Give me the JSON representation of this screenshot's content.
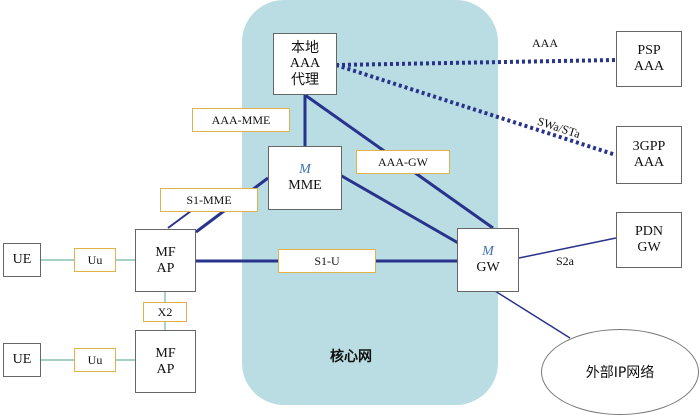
{
  "core_network": {
    "label": "核心网"
  },
  "nodes": {
    "aaa_proxy": {
      "line1": "本地",
      "line2": "AAA",
      "line3": "代理"
    },
    "mme": {
      "mark": "M",
      "label": "MME"
    },
    "gw": {
      "mark": "M",
      "label": "GW"
    },
    "psp_aaa": {
      "line1": "PSP",
      "line2": "AAA"
    },
    "gpp_aaa": {
      "line1": "3GPP",
      "line2": "AAA"
    },
    "pdn_gw": {
      "line1": "PDN",
      "line2": "GW"
    },
    "ue_1": {
      "label": "UE"
    },
    "ue_2": {
      "label": "UE"
    },
    "mf_ap_1": {
      "line1": "MF",
      "line2": "AP"
    },
    "mf_ap_2": {
      "line1": "MF",
      "line2": "AP"
    },
    "external_ip": {
      "label": "外部IP网络"
    }
  },
  "interfaces": {
    "aaa_mme": "AAA-MME",
    "aaa_gw": "AAA-GW",
    "s1_mme": "S1-MME",
    "s1_u": "S1-U",
    "uu_1": "Uu",
    "uu_2": "Uu",
    "x2": "X2",
    "aaa": "AAA",
    "swa_sta": "SWa/STa",
    "s2a": "S2a"
  },
  "colors": {
    "link": "#27338c",
    "core_fill": "#b9dde2",
    "label_border": "#e0b24a",
    "thin_link": "#6fb89a"
  }
}
